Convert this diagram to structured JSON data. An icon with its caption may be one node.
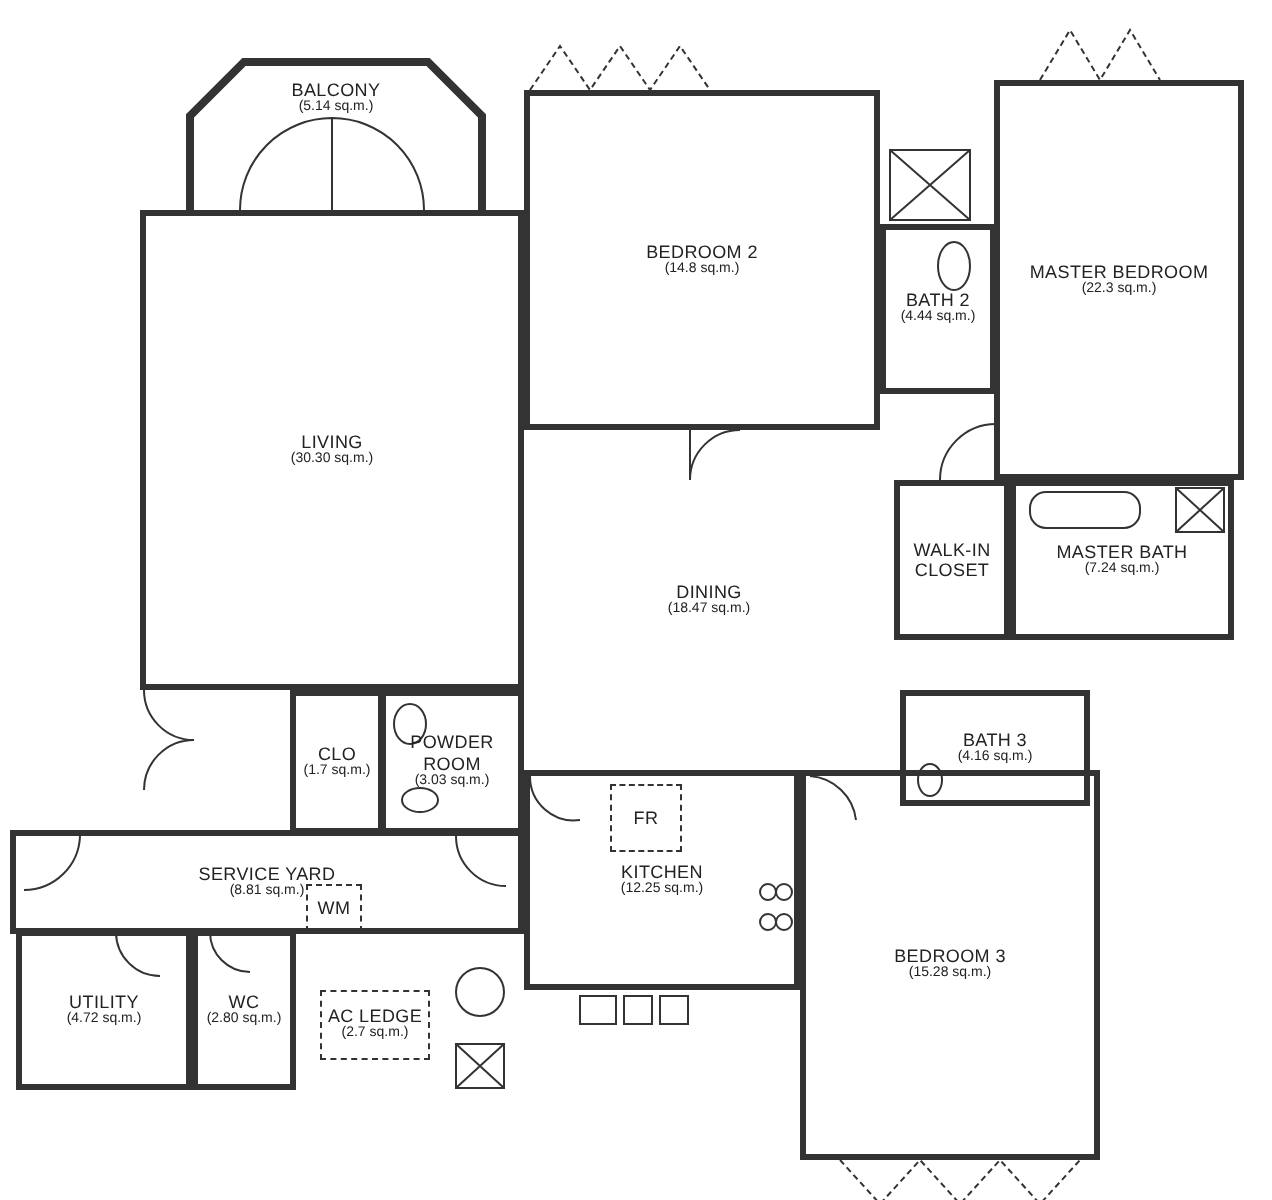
{
  "diagram": {
    "nodes": [
      {
        "text": [
          "BALCONY",
          "(5.14 sq.m.)"
        ]
      },
      {
        "text": [
          "LIVING",
          "(30.30 sq.m.)"
        ]
      },
      {
        "text": [
          "BEDROOM 2",
          "(14.8 sq.m.)"
        ]
      },
      {
        "text": [
          "BATH 2",
          "(4.44 sq.m.)"
        ]
      },
      {
        "text": [
          "MASTER BEDROOM",
          "(22.3 sq.m.)"
        ]
      },
      {
        "text": [
          "WALK-IN CLOSET"
        ]
      },
      {
        "text": [
          "MASTER BATH",
          "(7.24 sq.m.)"
        ]
      },
      {
        "text": [
          "DINING",
          "(18.47 sq.m.)"
        ]
      },
      {
        "text": [
          "CLO",
          "(1.7 sq.m.)"
        ]
      },
      {
        "text": [
          "POWDER ROOM",
          "(3.03 sq.m.)"
        ]
      },
      {
        "text": [
          "BATH 3",
          "(4.16 sq.m.)"
        ]
      },
      {
        "text": [
          "SERVICE YARD",
          "(8.81 sq.m.)"
        ]
      },
      {
        "text": [
          "WM"
        ],
        "in": 11
      },
      {
        "text": [
          "KITCHEN",
          "(12.25 sq.m.)"
        ]
      },
      {
        "text": [
          "FR"
        ],
        "in": 13
      },
      {
        "text": [
          "UTILITY",
          "(4.72 sq.m.)"
        ]
      },
      {
        "text": [
          "WC",
          "(2.80 sq.m.)"
        ]
      },
      {
        "text": [
          "AC LEDGE",
          "(2.7 sq.m.)"
        ]
      },
      {
        "text": [
          "BEDROOM 3",
          "(15.28 sq.m.)"
        ]
      }
    ]
  }
}
